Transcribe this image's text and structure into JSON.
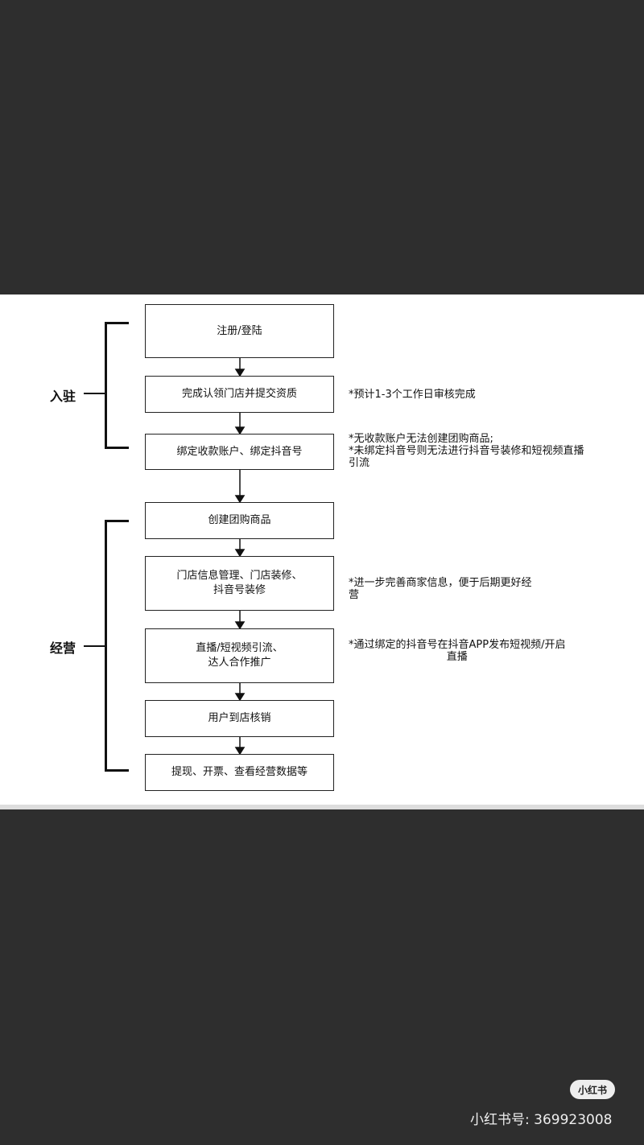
{
  "diagram": {
    "groups": [
      {
        "label": "入驻"
      },
      {
        "label": "经营"
      }
    ],
    "steps": [
      {
        "text": "注册/登陆"
      },
      {
        "text": "完成认领门店并提交资质"
      },
      {
        "text": "绑定收款账户、绑定抖音号"
      },
      {
        "text": "创建团购商品"
      },
      {
        "text": "门店信息管理、门店装修、\n抖音号装修"
      },
      {
        "text": "直播/短视频引流、\n达人合作推广"
      },
      {
        "text": "用户到店核销"
      },
      {
        "text": "提现、开票、查看经营数据等"
      }
    ],
    "notes": [
      {
        "text": "*预计1-3个工作日审核完成"
      },
      {
        "text": "*无收款账户无法创建团购商品;\n*未绑定抖音号则无法进行抖音号装修和短视频直播\n引流"
      },
      {
        "text": "*进一步完善商家信息，便于后期更好经\n营"
      },
      {
        "text": "*通过绑定的抖音号在抖音APP发布短视频/开启\n直播"
      }
    ]
  },
  "footer": {
    "badge": "小红书",
    "account": "小红书号: 369923008"
  }
}
